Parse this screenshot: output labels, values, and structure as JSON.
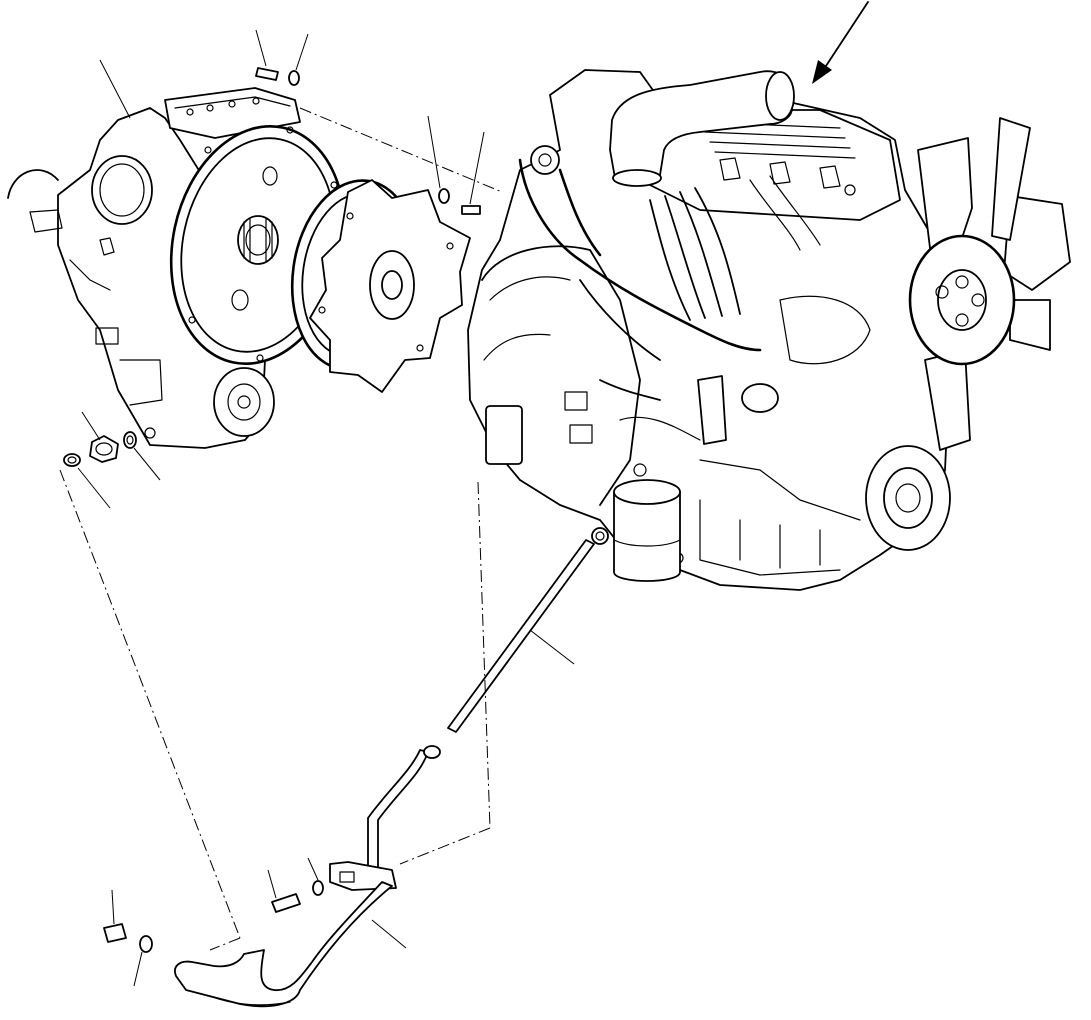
{
  "diagram": {
    "colors": {
      "ink": "#000000",
      "background": "#ffffff"
    },
    "parts": [
      "transmission-assembly",
      "engine-assembly",
      "flywheel-housing",
      "drive-plate",
      "pulley",
      "oil-dipstick",
      "dipstick-guide-tube",
      "oil-filter",
      "cooling-fan",
      "exhaust-elbow",
      "fuel-injection-lines",
      "mounting-bolts",
      "washers",
      "o-rings",
      "pipe-fitting",
      "tube-bracket",
      "view-direction-arrow"
    ]
  }
}
